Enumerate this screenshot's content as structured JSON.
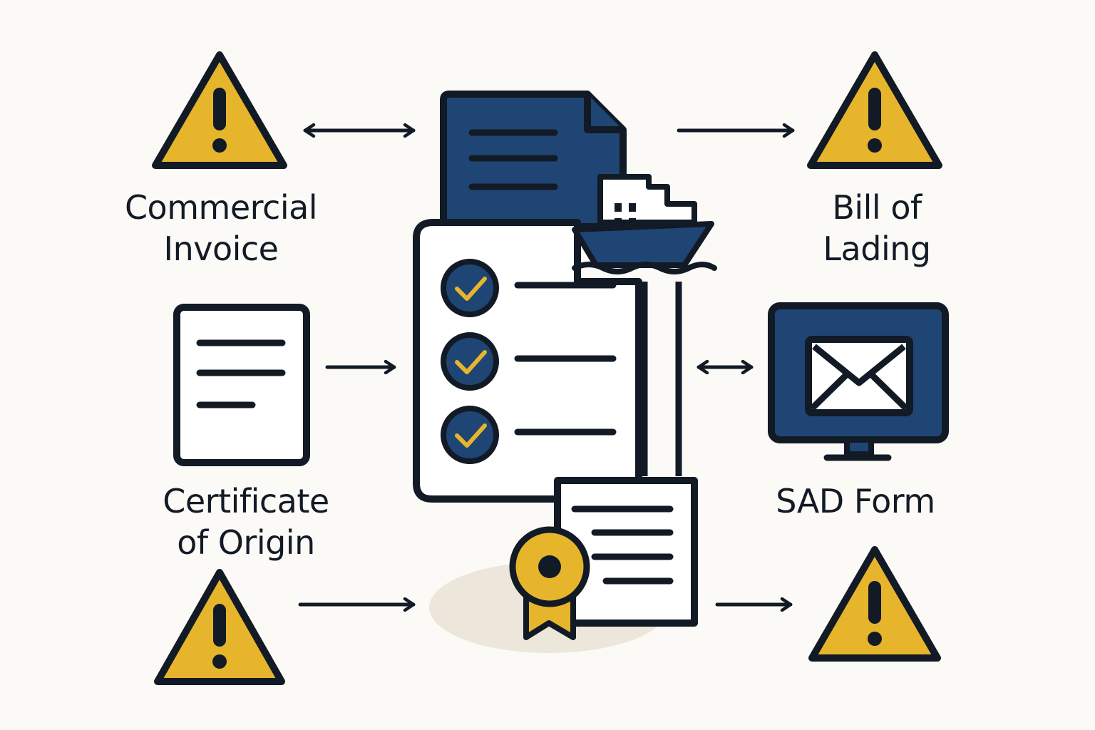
{
  "labels": {
    "commercial_invoice": {
      "line1": "Commercial",
      "line2": "Invoice"
    },
    "bill_of_lading": {
      "line1": "Bill of",
      "line2": "Lading"
    },
    "certificate_of_origin": {
      "line1": "Certificate",
      "line2": "of Origin"
    },
    "sad_form": {
      "line1": "SAD Form"
    }
  },
  "icons": [
    "warning-icon",
    "invoice-document-icon",
    "cargo-ship-icon",
    "checklist-icon",
    "certificate-document-icon",
    "award-seal-icon",
    "computer-monitor-icon",
    "email-envelope-icon"
  ],
  "colors": {
    "background": "#fbfaf6",
    "outline": "#121a26",
    "navy": "#1e4573",
    "yellow": "#e6b52c",
    "paper": "#ffffff",
    "shadow": "#ece6db"
  }
}
